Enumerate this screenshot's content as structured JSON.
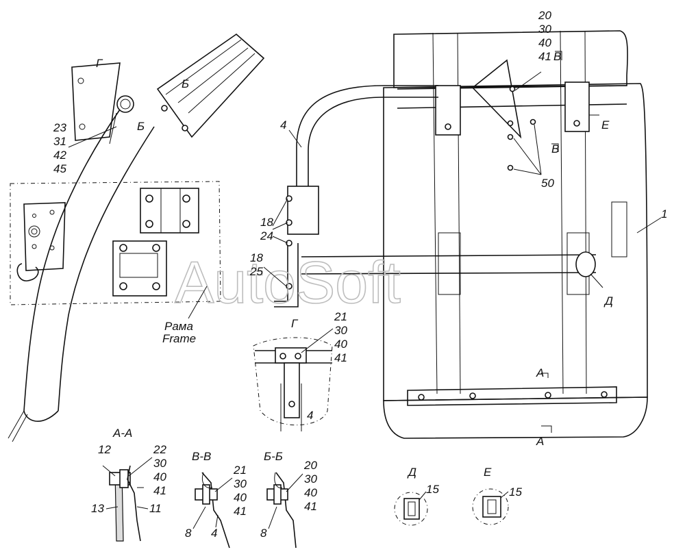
{
  "watermark": "AutoSoft",
  "frame_label": {
    "ru": "Рама",
    "en": "Frame"
  },
  "view_labels": {
    "g_top": "Г",
    "g_detail": "Г",
    "b_top": "Б",
    "b_mid": "Б",
    "v_side": "В",
    "e_side": "Е",
    "d_side": "Д",
    "a_mid": "А",
    "a_bottom": "А"
  },
  "callouts": {
    "group_23": [
      "23",
      "31",
      "42",
      "45"
    ],
    "group_20_top": [
      "20",
      "30",
      "40",
      "41"
    ],
    "label_4_main": "4",
    "label_4_detail": "4",
    "label_4_vv": "4",
    "label_1": "1",
    "label_50": "50",
    "group_18_24": [
      "18",
      "24"
    ],
    "group_18_25": [
      "18",
      "25"
    ],
    "group_21_detail": [
      "21",
      "30",
      "40",
      "41"
    ],
    "group_22_aa": [
      "22",
      "30",
      "40",
      "41"
    ],
    "group_21_vv": [
      "21",
      "30",
      "40",
      "41"
    ],
    "group_20_bb": [
      "20",
      "30",
      "40",
      "41"
    ],
    "label_12": "12",
    "label_13": "13",
    "label_11": "11",
    "label_8_vv": "8",
    "label_8_bb": "8",
    "label_15_d": "15",
    "label_15_e": "15"
  },
  "section_titles": {
    "aa": "А-А",
    "vv": "В-В",
    "bb": "Б-Б",
    "d": "Д",
    "e": "Е"
  }
}
